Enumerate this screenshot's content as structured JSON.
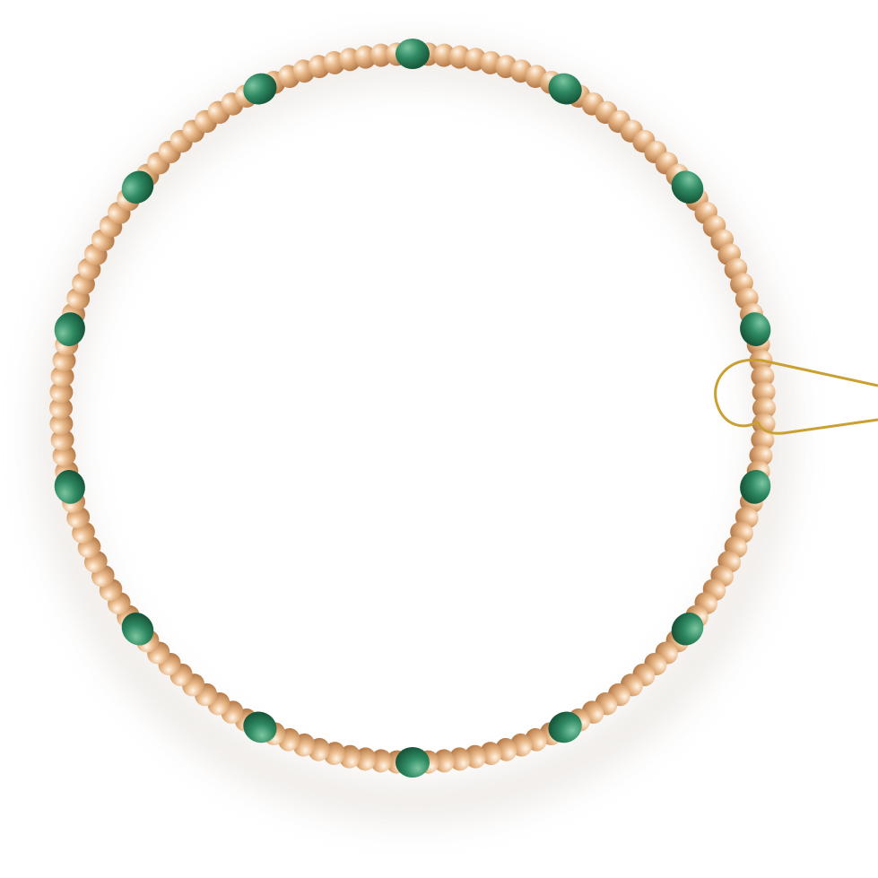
{
  "photo": {
    "subject": "bracelet",
    "background_color": "#ffffff",
    "shadow_color": "#b8a898",
    "gold_bead_color": "#e9b98a",
    "gold_bead_highlight": "#fff4e6",
    "gold_bead_shade": "#b97f4e",
    "green_bead_color": "#2f8a62",
    "green_bead_highlight": "#7cc6a2",
    "green_bead_shade": "#17573b",
    "wire_color": "#caa032",
    "gold_beads_per_gap": 9,
    "green_bead_count": 14
  }
}
